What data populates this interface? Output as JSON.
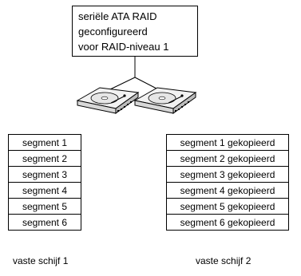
{
  "controller": {
    "lines": [
      "seriële ATA RAID",
      "geconfigureerd",
      "voor RAID-niveau 1"
    ]
  },
  "disk1": {
    "segments": [
      "segment 1",
      "segment 2",
      "segment 3",
      "segment 4",
      "segment 5",
      "segment 6"
    ],
    "caption": "vaste schijf 1"
  },
  "disk2": {
    "segments": [
      "segment 1 gekopieerd",
      "segment 2 gekopieerd",
      "segment 3 gekopieerd",
      "segment 4 gekopieerd",
      "segment 5 gekopieerd",
      "segment 6 gekopieerd"
    ],
    "caption": "vaste schijf 2"
  }
}
